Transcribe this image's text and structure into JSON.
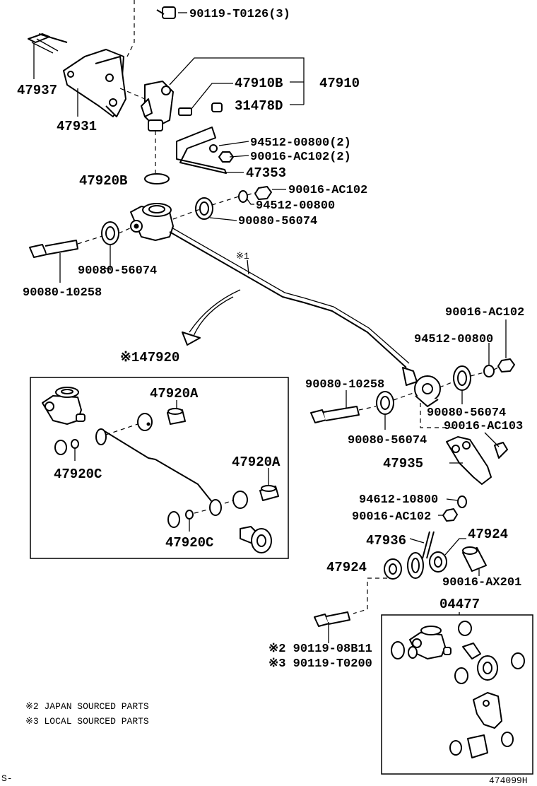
{
  "labels": {
    "p90119_T0126": "90119-T0126(3)",
    "p47937": "47937",
    "p47931": "47931",
    "p47910B": "47910B",
    "p47910": "47910",
    "p31478D": "31478D",
    "p94512_00800_2": "94512-00800(2)",
    "p90016_AC102_2": "90016-AC102(2)",
    "p47353": "47353",
    "p47920B": "47920B",
    "p90016_AC102_a": "90016-AC102",
    "p94512_00800_a": "94512-00800",
    "p90080_56074_a": "90080-56074",
    "p90080_56074_b": "90080-56074",
    "p90080_10258_a": "90080-10258",
    "note1_mark": "※1",
    "p90016_AC102_b": "90016-AC102",
    "p94512_00800_b": "94512-00800",
    "p47920_main": "※147920",
    "p47920A_1": "47920A",
    "p47920C_1": "47920C",
    "p47920A_2": "47920A",
    "p47920C_2": "47920C",
    "p90080_10258_b": "90080-10258",
    "p90080_56074_c": "90080-56074",
    "p90080_56074_d": "90080-56074",
    "p90016_AC103": "90016-AC103",
    "p47935": "47935",
    "p94612_10800": "94612-10800",
    "p90016_AC102_c": "90016-AC102",
    "p47936": "47936",
    "p47924_a": "47924",
    "p47924_b": "47924",
    "p90016_AX201": "90016-AX201",
    "p04477": "04477",
    "p90119_08B11": "※2 90119-08B11",
    "p90119_T0200": "※3 90119-T0200"
  },
  "notes": {
    "note2": "※2 JAPAN SOURCED PARTS",
    "note3": "※3 LOCAL SOURCED PARTS"
  },
  "footer": {
    "left": "S-",
    "code": "474099H"
  }
}
